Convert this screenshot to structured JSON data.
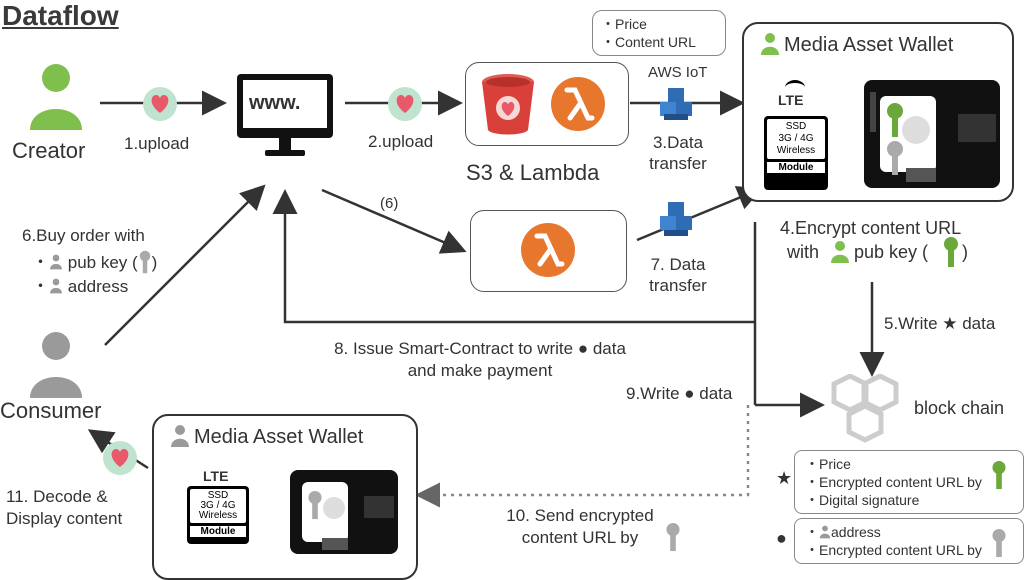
{
  "title": "Dataflow",
  "actors": {
    "creator": "Creator",
    "consumer": "Consumer"
  },
  "www": {
    "label": "www."
  },
  "s3_box": {
    "label": "S3 & Lambda"
  },
  "price_bubble": {
    "line1": "・Price",
    "line2": "・Content URL"
  },
  "aws_iot": {
    "label": "AWS IoT"
  },
  "wallet_top": {
    "title": "Media Asset Wallet",
    "lte": "LTE",
    "module_lines": [
      "SSD",
      "3G / 4G",
      "Wireless"
    ],
    "module_label": "Module"
  },
  "wallet_bottom": {
    "title": "Media Asset Wallet",
    "lte": "LTE",
    "module_lines": [
      "SSD",
      "3G / 4G",
      "Wireless"
    ],
    "module_label": "Module"
  },
  "steps": {
    "s1": "1.upload",
    "s2": "2.upload",
    "s3_line1": "3.Data",
    "s3_line2": "transfer",
    "s4_line1": "4.Encrypt content URL",
    "s4_line2a": "with",
    "s4_line2b": "pub key (",
    "s4_line2c": ")",
    "s5": "5.Write ★ data",
    "s6": "(6)",
    "s6_title": "6.Buy order with",
    "s6_item1a": "pub key (",
    "s6_item1b": ")",
    "s6_item2": "address",
    "s7_line1": "7. Data",
    "s7_line2": "transfer",
    "s8_line1": "8. Issue Smart-Contract to write ● data",
    "s8_line2": "and make payment",
    "s9": "9.Write ● data",
    "s10_line1": "10. Send encrypted",
    "s10_line2": "content URL by",
    "s11_line1": "11. Decode &",
    "s11_line2": "Display content"
  },
  "blockchain": {
    "label": "block chain"
  },
  "legend_star": {
    "marker": "★",
    "items": [
      "・Price",
      "・Encrypted content URL by",
      "・Digital signature"
    ]
  },
  "legend_dot": {
    "marker": "●",
    "items": [
      "・",
      "address",
      "・Encrypted content URL by"
    ]
  },
  "colors": {
    "green_user": "#7fbf4d",
    "gray_user": "#9a9a9a",
    "lambda_orange": "#e8772e",
    "s3_red": "#d9403a",
    "aws_blue": "#2e6db4",
    "heart_bg": "#bfe3cf",
    "heart": "#e85a6a"
  }
}
